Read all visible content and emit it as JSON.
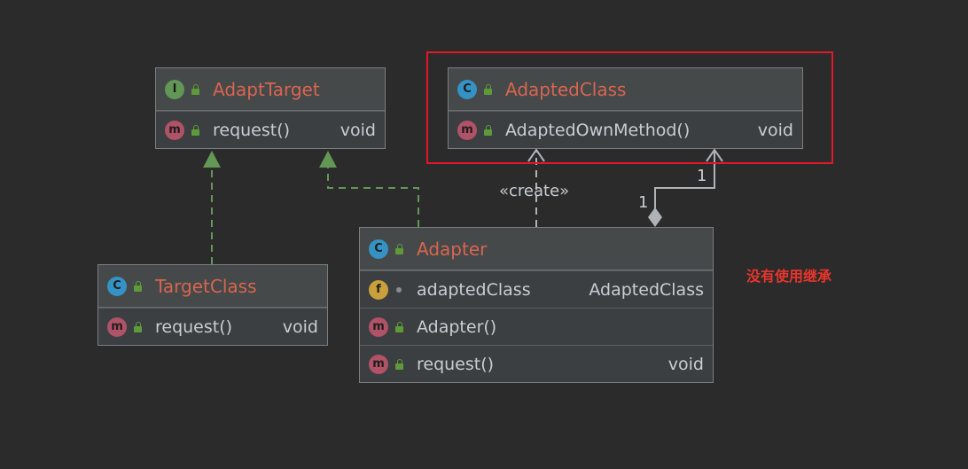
{
  "classes": {
    "adapt_target": {
      "kind_badge": "I",
      "name": "AdaptTarget",
      "members": [
        {
          "badge": "m",
          "name": "request()",
          "type": "void"
        }
      ]
    },
    "adapted_class": {
      "kind_badge": "C",
      "name": "AdaptedClass",
      "members": [
        {
          "badge": "m",
          "name": "AdaptedOwnMethod()",
          "type": "void"
        }
      ]
    },
    "target_class": {
      "kind_badge": "C",
      "name": "TargetClass",
      "members": [
        {
          "badge": "m",
          "name": "request()",
          "type": "void"
        }
      ]
    },
    "adapter": {
      "kind_badge": "C",
      "name": "Adapter",
      "members": [
        {
          "badge": "f",
          "name": "adaptedClass",
          "type": "AdaptedClass"
        },
        {
          "badge": "m",
          "name": "Adapter()",
          "type": ""
        },
        {
          "badge": "m",
          "name": "request()",
          "type": "void"
        }
      ]
    }
  },
  "edges": {
    "create_label": "«create»",
    "assoc_source_mult": "1",
    "assoc_target_mult": "1"
  },
  "note": "没有使用继承",
  "colors": {
    "background": "#2b2b2b",
    "class_name": "#d9654f",
    "realization_line": "#629755",
    "dependency_line": "#b0b3b6",
    "highlight_box": "#e0182a",
    "note_text": "#e8352c"
  }
}
